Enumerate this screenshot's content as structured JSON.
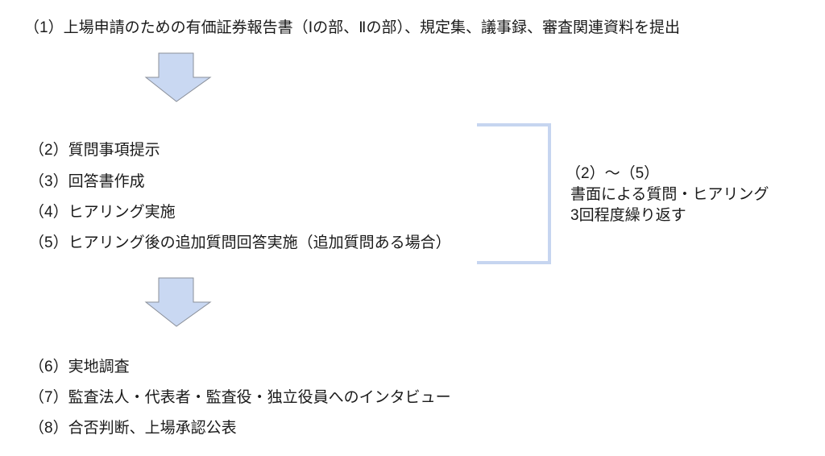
{
  "step1": "（1）上場申請のための有価証券報告書（Ⅰの部、Ⅱの部）、規定集、議事録、審査関連資料を提出",
  "middle_steps": [
    "（2）質問事項提示",
    "（3）回答書作成",
    "（4）ヒアリング実施",
    "（5）ヒアリング後の追加質問回答実施（追加質問ある場合）"
  ],
  "bracket_note": {
    "line1": "（2）～（5）",
    "line2": "書面による質問・ヒアリング",
    "line3": "3回程度繰り返す"
  },
  "final_steps": [
    "（6）実地調査",
    "（7）監査法人・代表者・監査役・独立役員へのインタビュー",
    "（8）合否判断、上場承認公表"
  ],
  "colors": {
    "arrow_fill": "#c9d8f2",
    "arrow_stroke": "#8a8f99",
    "bracket": "#c6d5f0"
  }
}
